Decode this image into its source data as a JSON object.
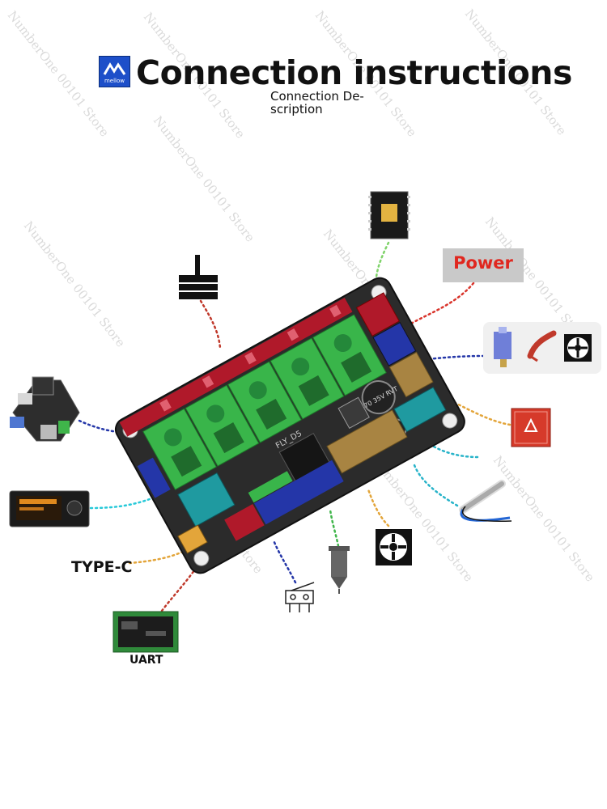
{
  "header": {
    "title": "Connection instructions",
    "subtitle": "Connection De-\nscription"
  },
  "labels": {
    "power": "Power",
    "type_c": "TYPE-C",
    "uart": "UART"
  },
  "board": {
    "silkscreen": "FLY_D5",
    "capacitor_text": "470 35V RVT"
  },
  "watermark": "NumberOne 00101 Store",
  "colors": {
    "board": "#2b2b2b",
    "driver_green": "#39b54a",
    "header_red": "#b0192a",
    "connector_blue": "#2436a8",
    "connector_teal": "#1f9aa0",
    "connector_tan": "#a88442",
    "power_text": "#e0271f"
  },
  "icons": [
    "stepper-driver-icon",
    "power-supply-icon",
    "hotend-heater-fan-icon",
    "heated-bed-icon",
    "thermistor-icon",
    "fan-icon",
    "extruder-nozzle-icon",
    "endstop-switch-icon",
    "uart-screen-icon",
    "display-module-icon",
    "expansion-board-icon",
    "stepper-motor-icon",
    "brand-logo-icon"
  ]
}
